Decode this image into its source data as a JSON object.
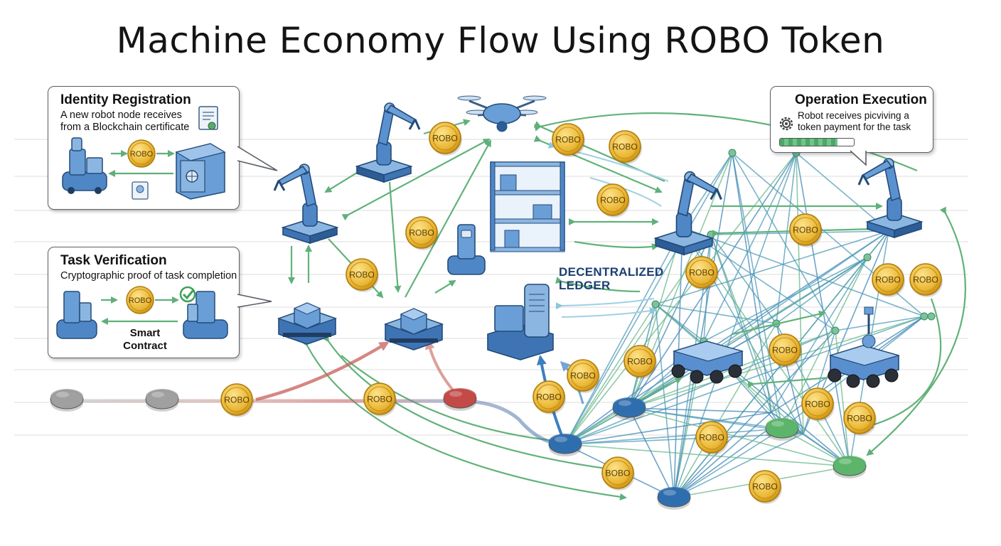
{
  "title": "Machine Economy Flow Using ROBO Token",
  "token_label": "ROBO",
  "token_label_variant": "BOBO",
  "panels": {
    "identity": {
      "title": "Identity Registration",
      "line1": "A new robot node receives",
      "line2": "from a  Blockchain certificate"
    },
    "task": {
      "title": "Task Verification",
      "line1": "Cryptographic proof of task completion",
      "contract_line1": "Smart",
      "contract_line2": "Contract"
    },
    "operation": {
      "title": "Operation Execution",
      "line1": "Robot receives picviving a",
      "line2": "token payment for the task",
      "progress": 0.78
    }
  },
  "ledger": {
    "line1": "DECENTRALIZED",
    "line2": "LEDGER"
  },
  "colors": {
    "robot_blue": "#4f86c6",
    "robot_dark": "#2c5d96",
    "flow_green": "#62b27a",
    "flow_red": "#c65a55",
    "coin_gold": "#e9b42f",
    "node_blue": "#2f6fae",
    "node_green": "#5cb56a",
    "node_gray": "#9a9a9a"
  },
  "icons": [
    "robot-arm-icon",
    "drone-icon",
    "shelf-icon",
    "delivery-robot-icon",
    "rover-icon",
    "vault-icon",
    "certificate-icon",
    "gear-icon",
    "check-icon"
  ]
}
